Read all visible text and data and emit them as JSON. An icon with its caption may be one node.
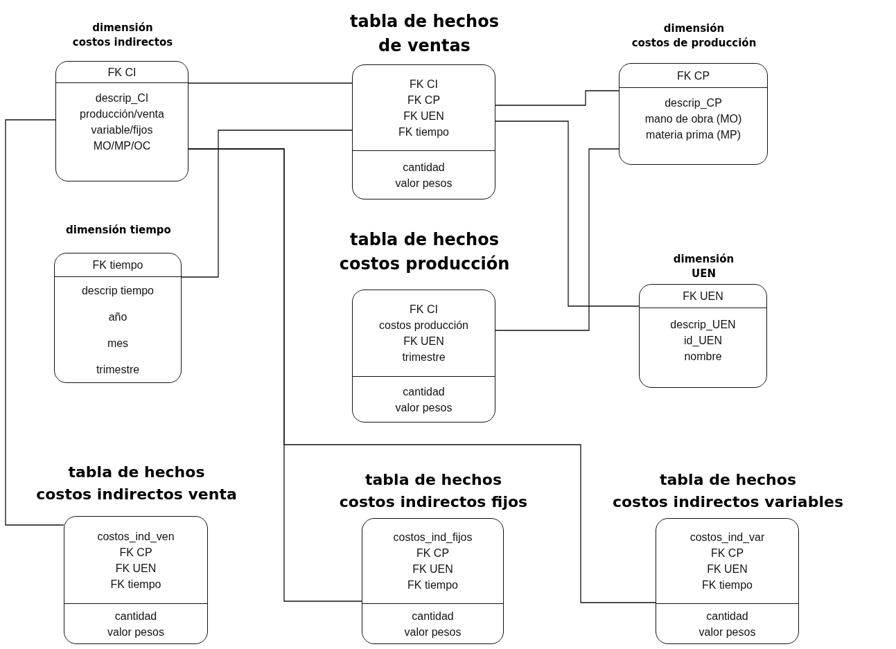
{
  "diagram": {
    "nodes": [
      {
        "text": [
          "dimensión costos indirectos",
          "FK CI",
          "descrip_CI",
          "producción/venta",
          "variable/fijos",
          "MO/MP/OC"
        ]
      },
      {
        "text": [
          "tabla de hechos de ventas",
          "FK CI",
          "FK CP",
          "FK UEN",
          "FK tiempo",
          "cantidad",
          "valor pesos"
        ]
      },
      {
        "text": [
          "dimensión costos de producción",
          "FK CP",
          "descrip_CP",
          "mano de obra (MO)",
          "materia prima (MP)"
        ]
      },
      {
        "text": [
          "dimensión tiempo",
          "FK tiempo",
          "descrip tiempo",
          "año",
          "mes",
          "trimestre"
        ]
      },
      {
        "text": [
          "tabla de hechos costos producción",
          "FK CI",
          "costos producción",
          "FK UEN",
          "trimestre",
          "cantidad",
          "valor pesos"
        ]
      },
      {
        "text": [
          "dimensión UEN",
          "FK UEN",
          "descrip_UEN",
          "id_UEN",
          "nombre"
        ]
      },
      {
        "text": [
          "tabla de hechos costos indirectos venta",
          "costos_ind_ven",
          "FK CP",
          "FK UEN",
          "FK tiempo",
          "cantidad",
          "valor pesos"
        ]
      },
      {
        "text": [
          "tabla de hechos costos indirectos fijos",
          "costos_ind_fijos",
          "FK CP",
          "FK UEN",
          "FK tiempo",
          "cantidad",
          "valor pesos"
        ]
      },
      {
        "text": [
          "tabla de hechos costos indirectos variables",
          "costos_ind_var",
          "FK CP",
          "FK UEN",
          "FK tiempo",
          "cantidad",
          "valor pesos"
        ]
      }
    ],
    "edges": [
      {
        "from": 0,
        "to": 1,
        "arrow": "none"
      },
      {
        "from": 0,
        "to": 6,
        "arrow": "none"
      },
      {
        "from": 0,
        "to": 7,
        "arrow": "none"
      },
      {
        "from": 0,
        "to": 8,
        "arrow": "none"
      },
      {
        "from": 3,
        "to": 1,
        "arrow": "none"
      },
      {
        "from": 1,
        "to": 2,
        "arrow": "none"
      },
      {
        "from": 1,
        "to": 5,
        "arrow": "none"
      },
      {
        "from": 2,
        "to": 4,
        "arrow": "none"
      }
    ]
  }
}
